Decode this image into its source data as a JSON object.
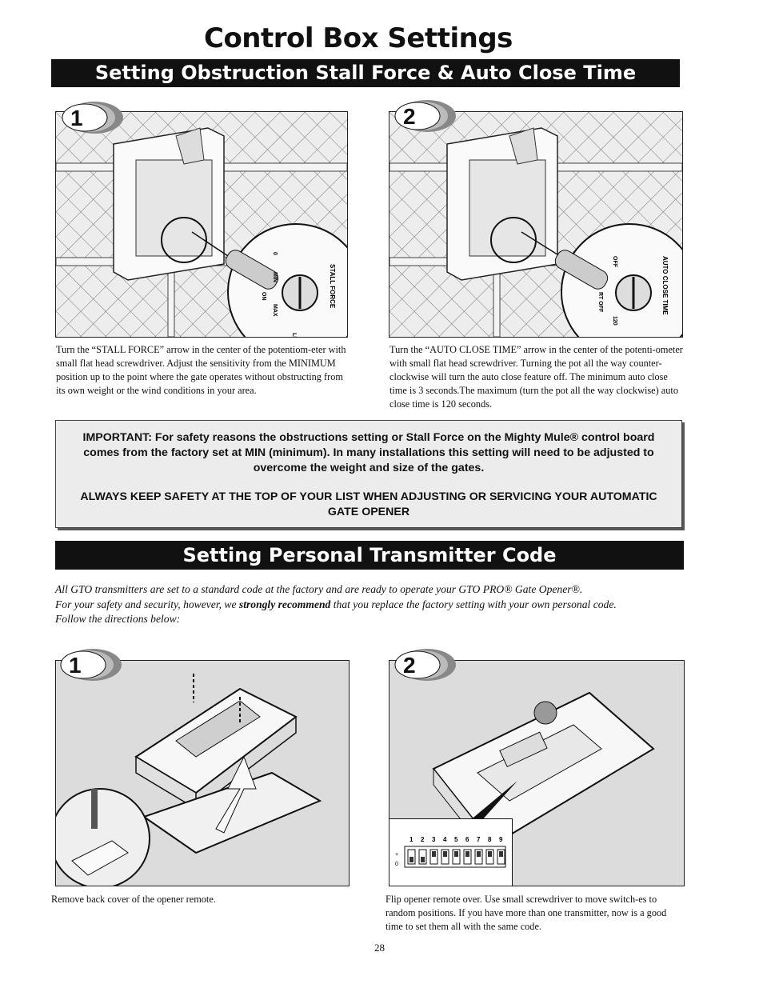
{
  "page": {
    "title": "Control Box Settings",
    "page_number": "28"
  },
  "section1": {
    "heading": "Setting Obstruction Stall Force & Auto Close Time",
    "step1": {
      "number": "1",
      "labels": {
        "knob": "STALL FORCE",
        "min": "MIN",
        "max": "MAX",
        "on": "ON",
        "zero": "0",
        "le": "LE"
      },
      "caption": "Turn the “STALL FORCE” arrow in the center of the potentiom-eter with small flat head screwdriver. Adjust the sensitivity from the MINIMUM position up to the point where the gate operates without obstructing from its own weight or the wind conditions in your area."
    },
    "step2": {
      "number": "2",
      "labels": {
        "knob": "AUTO CLOSE TIME",
        "off": "OFF",
        "rt_off": "RT OFF",
        "max": "120"
      },
      "caption": "Turn the “AUTO CLOSE TIME” arrow in the center of the potenti-ometer with small flat head screwdriver. Turning the pot all the way counter-clockwise will turn the auto close feature off. The minimum auto close time is 3 seconds.The maximum (turn the pot all the way clockwise) auto close time is 120 seconds."
    }
  },
  "important": {
    "para1": "IMPORTANT: For safety reasons the obstructions setting or Stall Force on the Mighty Mule® control board comes from the factory set at MIN (minimum). In many installations this setting will need to be adjusted to overcome the weight and size of the gates.",
    "para2": "ALWAYS KEEP SAFETY AT THE TOP OF YOUR LIST WHEN ADJUSTING OR SERVICING YOUR AUTOMATIC GATE OPENER"
  },
  "section2": {
    "heading": "Setting Personal Transmitter Code",
    "intro_line1": "All GTO transmitters are set to a standard code at the factory and are ready to operate your GTO PRO® Gate Opener®.",
    "intro_line2_pre": "For your safety and security, however, we ",
    "intro_line2_bold": "strongly recommend",
    "intro_line2_post": " that you replace the factory setting with your own personal code.",
    "intro_line3": "Follow the directions below:",
    "step1": {
      "number": "1",
      "caption": "Remove back cover of the opener remote."
    },
    "step2": {
      "number": "2",
      "caption": "Flip opener remote over. Use small screwdriver to move switch-es to random positions. If you have more than one transmitter, now is a good time to set them all with the same code.",
      "dip_numbers": [
        "1",
        "2",
        "3",
        "4",
        "5",
        "6",
        "7",
        "8",
        "9"
      ],
      "dip_plus": "+",
      "dip_zero": "0"
    }
  },
  "colors": {
    "bar": "#111111",
    "panel": "#ececec",
    "figure_bg": "#dcdcdc"
  },
  "icons": [
    "screwdriver-icon",
    "control-box-illustration",
    "remote-illustration",
    "dip-switch-icon"
  ]
}
